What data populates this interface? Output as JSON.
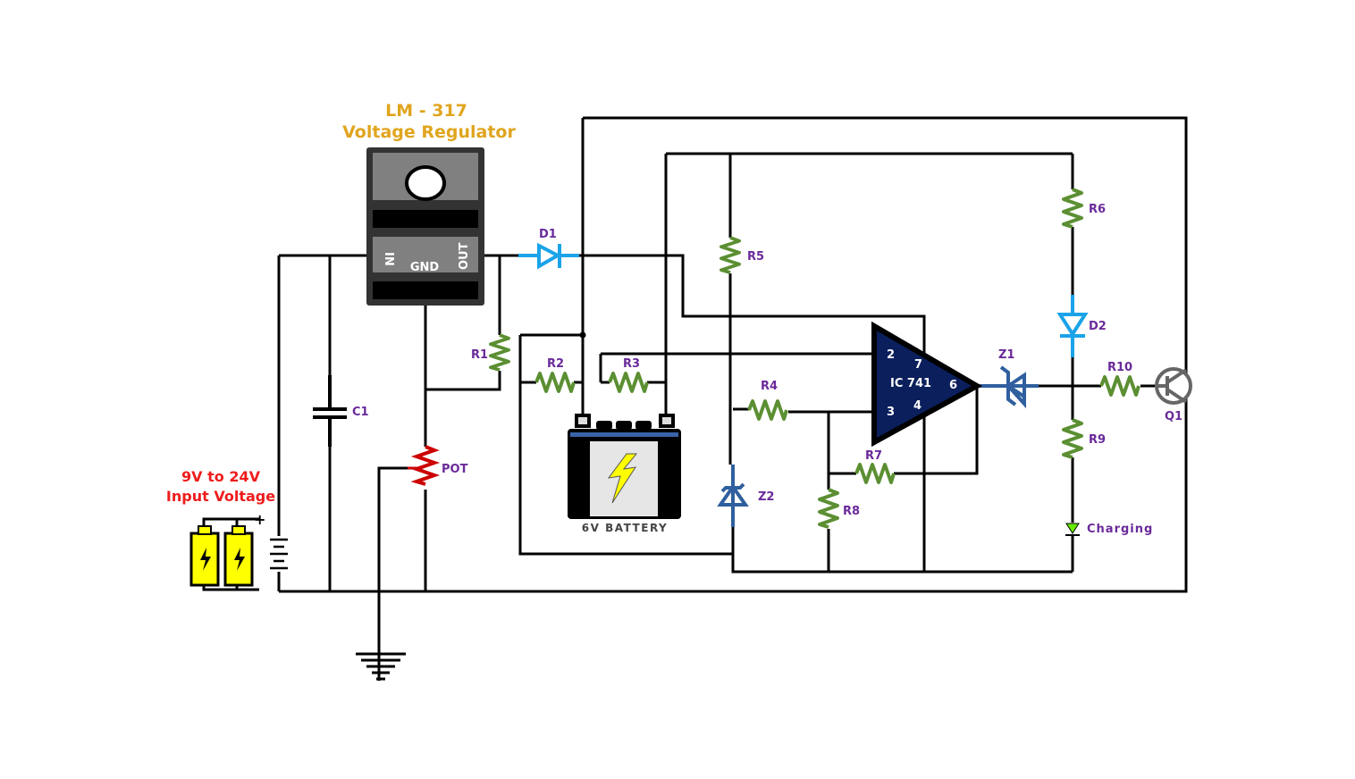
{
  "regulator": {
    "title_line1": "LM - 317",
    "title_line2": "Voltage Regulator",
    "pin_in": "IN",
    "pin_gnd": "GND",
    "pin_out": "OUT"
  },
  "input": {
    "line1": "9V to 24V",
    "line2": "Input Voltage"
  },
  "battery": {
    "label": "6V BATTERY"
  },
  "opamp": {
    "label": "IC 741",
    "pins": {
      "p2": "2",
      "p3": "3",
      "p4": "4",
      "p6": "6",
      "p7": "7"
    }
  },
  "components": {
    "d1": "D1",
    "d2": "D2",
    "z1": "Z1",
    "z2": "Z2",
    "c1": "C1",
    "pot": "POT",
    "q1": "Q1",
    "r1": "R1",
    "r2": "R2",
    "r3": "R3",
    "r4": "R4",
    "r5": "R5",
    "r6": "R6",
    "r7": "R7",
    "r8": "R8",
    "r9": "R9",
    "r10": "R10",
    "led": "Charging"
  },
  "colors": {
    "wire": "#000000",
    "resistor": "#5b8f32",
    "pot": "#cc0000",
    "diode": "#1aa3e8",
    "zener": "#2f5f9e",
    "opamp": "#0a1f5c",
    "label": "#6a2a9a",
    "title": "#e0a51e",
    "input_label": "#ee1c1c",
    "led": "#66ee00"
  }
}
